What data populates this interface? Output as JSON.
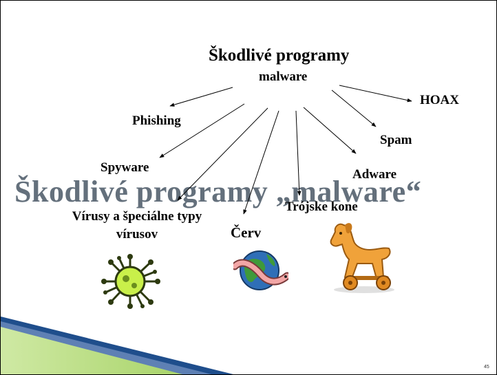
{
  "slide": {
    "title": "Škodlivé programy „malware“",
    "page_number": "45"
  },
  "diagram": {
    "center_title": "Škodlivé programy",
    "center_subtitle": "malware",
    "nodes": {
      "hoax": "HOAX",
      "phishing": "Phishing",
      "spam": "Spam",
      "spyware": "Spyware",
      "adware": "Adware",
      "trojan": "Trójske kone",
      "virus": "Vírusy a špeciálne typy vírusov",
      "worm": "Červ"
    }
  },
  "icons": [
    "virus-icon",
    "worm-globe-icon",
    "trojan-horse-icon"
  ],
  "colors": {
    "title": "#64707c",
    "wedge_dark": "#1f4e8c",
    "wedge_light": "#b7dc7a",
    "text": "#000000"
  }
}
